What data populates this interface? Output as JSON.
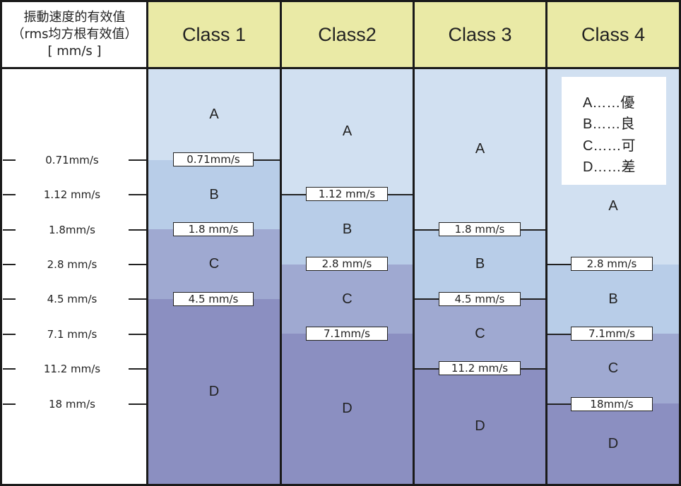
{
  "header": {
    "title_lines": [
      "振動速度的有效值",
      "（rms均方根有效值）",
      "[ mm/s ]"
    ],
    "classes": [
      "Class 1",
      "Class2",
      "Class 3",
      "Class 4"
    ]
  },
  "left_scale": [
    "0.71mm/s",
    "1.12 mm/s",
    "1.8mm/s",
    "2.8 mm/s",
    "4.5 mm/s",
    "7.1 mm/s",
    "11.2 mm/s",
    "18 mm/s"
  ],
  "columns": [
    {
      "bands": [
        "A",
        "B",
        "C",
        "D"
      ],
      "boundaries": [
        "0.71mm/s",
        "1.8 mm/s",
        "4.5 mm/s"
      ]
    },
    {
      "bands": [
        "A",
        "B",
        "C",
        "D"
      ],
      "boundaries": [
        "1.12 mm/s",
        "2.8 mm/s",
        "7.1mm/s"
      ]
    },
    {
      "bands": [
        "A",
        "B",
        "C",
        "D"
      ],
      "boundaries": [
        "1.8 mm/s",
        "4.5 mm/s",
        "11.2 mm/s"
      ]
    },
    {
      "bands": [
        "A",
        "B",
        "C",
        "D"
      ],
      "boundaries": [
        "2.8 mm/s",
        "7.1mm/s",
        "18mm/s"
      ]
    }
  ],
  "legend": [
    {
      "grade": "A……",
      "meaning": "優"
    },
    {
      "grade": "B……",
      "meaning": "良"
    },
    {
      "grade": "C……",
      "meaning": "可"
    },
    {
      "grade": "D……",
      "meaning": "差"
    }
  ],
  "colors": {
    "header_bg": "#eaeaa6",
    "band_a": "#d1e0f1",
    "band_b": "#b8cde8",
    "band_c": "#9fa9d1",
    "band_d": "#8b8fc1"
  }
}
